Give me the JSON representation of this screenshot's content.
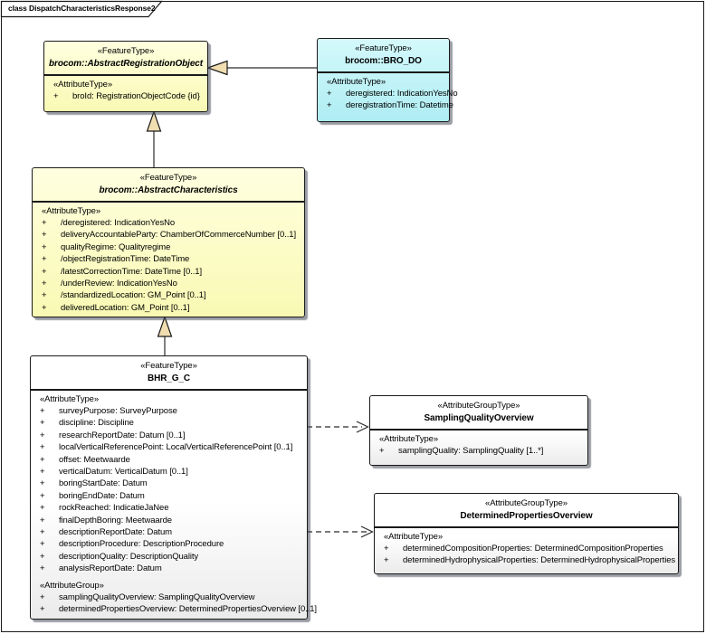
{
  "frame": {
    "title": "class DispatchCharacteristicsResponse2"
  },
  "colors": {
    "box_border": "#1a1a1a",
    "feature_yellow_top": "#ffffe0",
    "feature_yellow_bottom": "#f9f9b4",
    "bro_do_cyan_top": "#d4f9fb",
    "bro_do_cyan_bottom": "#aeedf3",
    "white_box_top": "#ffffff",
    "white_box_bottom": "#ebebeb",
    "generalization_arrow_fill": "#f0ddb0",
    "connector_line": "#2b2b2b"
  },
  "boxes": {
    "aro": {
      "stereotype": "«FeatureType»",
      "name": "brocom::AbstractRegistrationObject",
      "attr_label": "«AttributeType»",
      "attributes": [
        {
          "v": "+",
          "t": "broId: RegistrationObjectCode {id}"
        }
      ]
    },
    "bro_do": {
      "stereotype": "«FeatureType»",
      "name": "brocom::BRO_DO",
      "attr_label": "«AttributeType»",
      "attributes": [
        {
          "v": "+",
          "t": "deregistered: IndicationYesNo"
        },
        {
          "v": "+",
          "t": "deregistrationTime: Datetime"
        }
      ]
    },
    "ac": {
      "stereotype": "«FeatureType»",
      "name": "brocom::AbstractCharacteristics",
      "attr_label": "«AttributeType»",
      "attributes": [
        {
          "v": "+",
          "t": "/deregistered: IndicationYesNo"
        },
        {
          "v": "+",
          "t": "deliveryAccountableParty: ChamberOfCommerceNumber [0..1]"
        },
        {
          "v": "+",
          "t": "qualityRegime: Qualityregime"
        },
        {
          "v": "+",
          "t": "/objectRegistrationTime: DateTime"
        },
        {
          "v": "+",
          "t": "/latestCorrectionTime: DateTime [0..1]"
        },
        {
          "v": "+",
          "t": "/underReview: IndicationYesNo"
        },
        {
          "v": "+",
          "t": "/standardizedLocation: GM_Point [0..1]"
        },
        {
          "v": "+",
          "t": "deliveredLocation: GM_Point [0..1]"
        }
      ]
    },
    "bhr": {
      "stereotype": "«FeatureType»",
      "name": "BHR_G_C",
      "attr_label": "«AttributeType»",
      "attributes": [
        {
          "v": "+",
          "t": "surveyPurpose: SurveyPurpose"
        },
        {
          "v": "+",
          "t": "discipline: Discipline"
        },
        {
          "v": "+",
          "t": "researchReportDate: Datum [0..1]"
        },
        {
          "v": "+",
          "t": "localVerticalReferencePoint: LocalVerticalReferencePoint [0..1]"
        },
        {
          "v": "+",
          "t": "offset: Meetwaarde"
        },
        {
          "v": "+",
          "t": "verticalDatum: VerticalDatum [0..1]"
        },
        {
          "v": "+",
          "t": "boringStartDate: Datum"
        },
        {
          "v": "+",
          "t": "boringEndDate: Datum"
        },
        {
          "v": "+",
          "t": "rockReached: IndicatieJaNee"
        },
        {
          "v": "+",
          "t": "finalDepthBoring: Meetwaarde"
        },
        {
          "v": "+",
          "t": "descriptionReportDate: Datum"
        },
        {
          "v": "+",
          "t": "descriptionProcedure: DescriptionProcedure"
        },
        {
          "v": "+",
          "t": "descriptionQuality: DescriptionQuality"
        },
        {
          "v": "+",
          "t": "analysisReportDate: Datum"
        }
      ],
      "group_label": "«AttributeGroup»",
      "group_attributes": [
        {
          "v": "+",
          "t": "samplingQualityOverview: SamplingQualityOverview"
        },
        {
          "v": "+",
          "t": "determinedPropertiesOverview: DeterminedPropertiesOverview [0..1]"
        }
      ]
    },
    "sqo": {
      "stereotype": "«AttributeGroupType»",
      "name": "SamplingQualityOverview",
      "attr_label": "«AttributeType»",
      "attributes": [
        {
          "v": "+",
          "t": "samplingQuality: SamplingQuality [1..*]"
        }
      ]
    },
    "dpo": {
      "stereotype": "«AttributeGroupType»",
      "name": "DeterminedPropertiesOverview",
      "attr_label": "«AttributeType»",
      "attributes": [
        {
          "v": "+",
          "t": "determinedCompositionProperties: DeterminedCompositionProperties"
        },
        {
          "v": "+",
          "t": "determinedHydrophysicalProperties: DeterminedHydrophysicalProperties"
        }
      ]
    }
  }
}
